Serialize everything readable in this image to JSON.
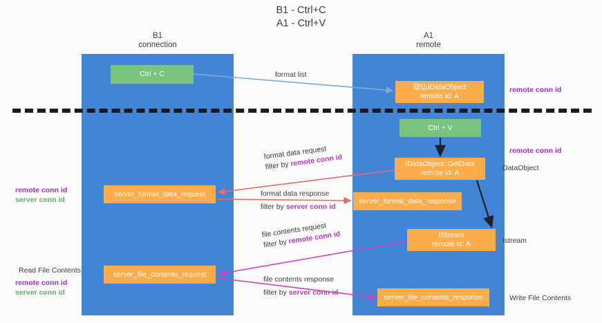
{
  "title": {
    "line1": "B1 - Ctrl+C",
    "line2": "A1 - Ctrl+V"
  },
  "lanes": {
    "left": {
      "name": "B1",
      "role": "connection"
    },
    "right": {
      "name": "A1",
      "role": "remote"
    }
  },
  "boxes": {
    "ctrl_c": {
      "label": "Ctrl + C",
      "color": "#7bc47f"
    },
    "ctrl_v": {
      "label": "Ctrl + V",
      "color": "#7bc47f"
    },
    "idataobject": {
      "line1_prefix": "取仏",
      "line1": "IDataObject",
      "line2": "remote id: A",
      "color": "#fbad4b"
    },
    "getdata": {
      "line1": "IDataObject::GetData",
      "line2": "remote id: A",
      "color": "#fbad4b"
    },
    "istream": {
      "line1": "IStream",
      "line2": "remote id: A",
      "color": "#fbad4b"
    },
    "server_format_data_request": {
      "label": "server_format_data_request",
      "color": "#fbad4b"
    },
    "server_format_data_response": {
      "label": "server_format_data_response",
      "color": "#fbad4b"
    },
    "server_file_contents_request": {
      "label": "server_file_contents_request",
      "color": "#fbad4b"
    },
    "server_file_contents_response": {
      "label": "server_file_contents_response",
      "color": "#fbad4b"
    }
  },
  "edges": {
    "format_list": {
      "label": "format list",
      "color": "#7aa9dd"
    },
    "format_data_request": {
      "line1": "format data request",
      "line2_prefix": "filter by ",
      "line2_key": "remote conn id",
      "color": "#ea6a5e"
    },
    "format_data_response": {
      "line1": "format data response",
      "line2_prefix": "filter by ",
      "line2_key": "server conn id",
      "color": "#ea6a5e"
    },
    "file_contents_request": {
      "line1": "file contents request",
      "line2_prefix": "filter by ",
      "line2_key": "remote conn id",
      "color": "#cc44bb"
    },
    "file_contents_response": {
      "line1": "file contents response",
      "line2_prefix": "filter by ",
      "line2_key": "server conn id",
      "color": "#cc44bb"
    }
  },
  "annotations": {
    "right": {
      "remote_conn_id_top": "remote conn id",
      "remote_conn_id_mid": "remote conn id",
      "dataobject": "DataObject",
      "istream": "Istream",
      "write_file_contents": "Write File Contents"
    },
    "left": {
      "remote_conn_id_mid": "remote conn id",
      "server_conn_id_mid": "server conn id",
      "read_file_contents": "Read File Contents",
      "remote_conn_id_bottom": "remote conn id",
      "server_conn_id_bottom": "server conn id"
    }
  },
  "colors": {
    "lane": "#4285d6",
    "box_orange": "#fbad4b",
    "box_green": "#7bc47f",
    "divider": "#1b1b1b",
    "purple": "#a030c8",
    "green_text": "#67ab6b",
    "red_arrow": "#ea6a5e",
    "magenta_arrow": "#cc44bb",
    "blue_arrow": "#7aa9dd",
    "black_arrow": "#202124"
  }
}
